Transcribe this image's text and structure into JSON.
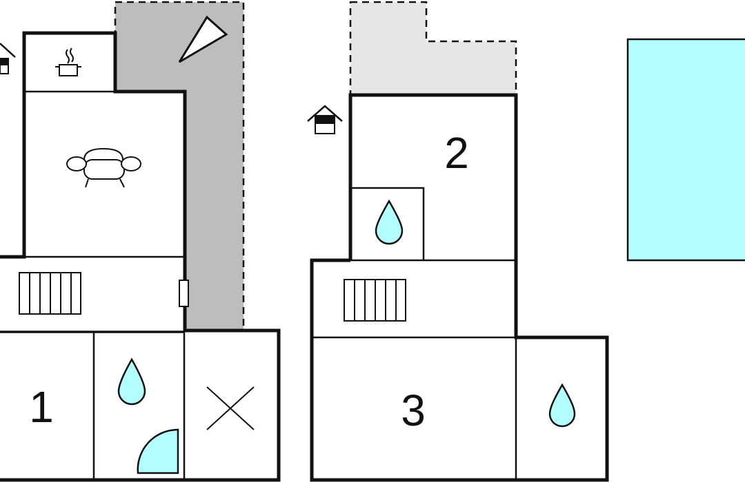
{
  "colors": {
    "wall": "#111111",
    "background": "#ffffff",
    "terrace_dark": "#bdbdbd",
    "terrace_light": "#e6e6e6",
    "water": "#b3ffff",
    "pool": "#b3ffff"
  },
  "rooms": {
    "bedroom_1": {
      "number": "1"
    },
    "bedroom_2": {
      "number": "2"
    },
    "bedroom_3": {
      "number": "3"
    }
  },
  "icons": [
    "house-icon",
    "cooking-pot-icon",
    "sofa-icon",
    "radiator-icon",
    "water-drop-icon",
    "shower-icon",
    "compass-icon",
    "swimming-pool"
  ]
}
